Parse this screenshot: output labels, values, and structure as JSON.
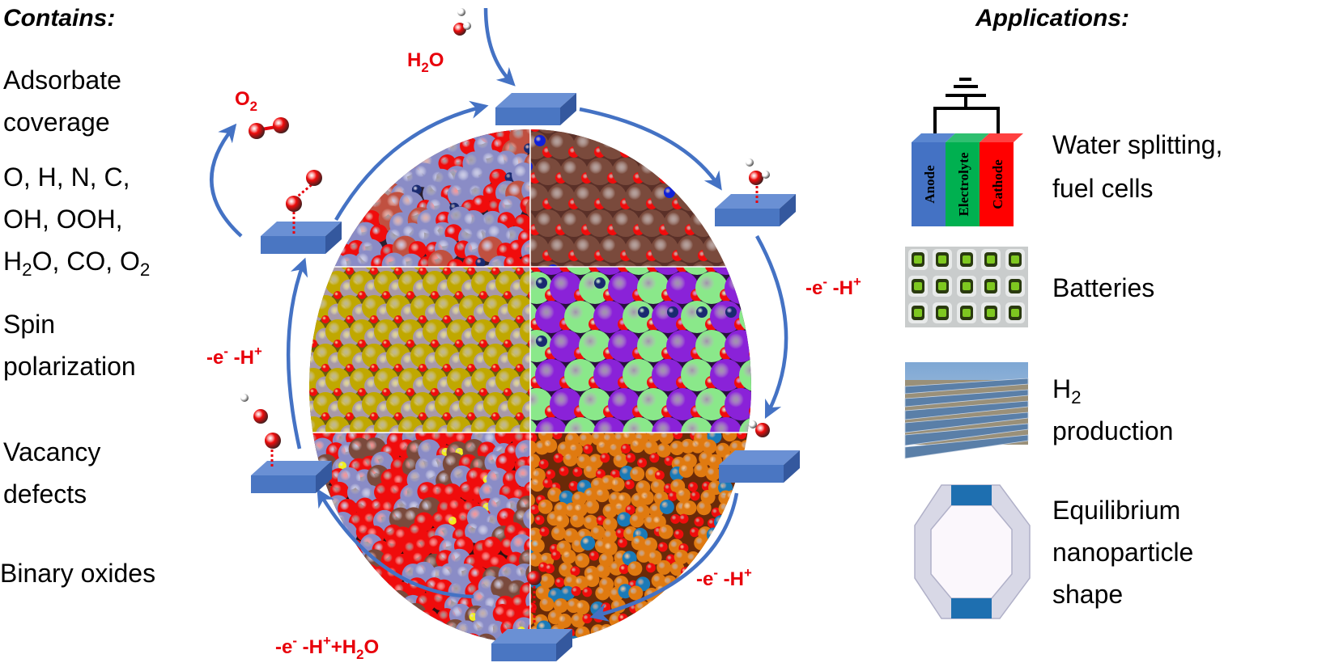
{
  "contains": {
    "heading": "Contains:",
    "lines": [
      [
        {
          "t": "Adsorbate"
        }
      ],
      [
        {
          "t": "coverage"
        }
      ],
      [
        {
          "t": "O, H, N, C,"
        }
      ],
      [
        {
          "t": "OH, OOH,"
        }
      ],
      [
        {
          "t": "H"
        },
        {
          "t": "2",
          "sub": true
        },
        {
          "t": "O, CO, O"
        },
        {
          "t": "2",
          "sub": true
        }
      ],
      [
        {
          "t": "Spin"
        }
      ],
      [
        {
          "t": "polarization"
        }
      ],
      [
        {
          "t": "Vacancy"
        }
      ],
      [
        {
          "t": "defects"
        }
      ],
      [
        {
          "t": "Binary oxides"
        }
      ]
    ]
  },
  "applications": {
    "heading": "Applications:",
    "lines": [
      [
        {
          "t": "Water splitting,"
        }
      ],
      [
        {
          "t": "fuel cells"
        }
      ],
      [
        {
          "t": "Batteries"
        }
      ],
      [
        {
          "t": "H"
        },
        {
          "t": "2",
          "sub": true
        }
      ],
      [
        {
          "t": "production"
        }
      ],
      [
        {
          "t": "Equilibrium"
        }
      ],
      [
        {
          "t": "nanoparticle"
        }
      ],
      [
        {
          "t": "shape"
        }
      ]
    ],
    "cell": {
      "anode": "Anode",
      "electrolyte": "Electrolyte",
      "cathode": "Cathode"
    }
  },
  "cycle": {
    "labels": [
      [
        {
          "t": "H"
        },
        {
          "t": "2",
          "sub": true
        },
        {
          "t": "O"
        }
      ],
      [
        {
          "t": "O"
        },
        {
          "t": "2",
          "sub": true
        }
      ],
      [
        {
          "t": "-e"
        },
        {
          "t": "-",
          "sup": true
        },
        {
          "t": " -H"
        },
        {
          "t": "+",
          "sup": true
        }
      ],
      [
        {
          "t": "-e"
        },
        {
          "t": "-",
          "sup": true
        },
        {
          "t": " -H"
        },
        {
          "t": "+",
          "sup": true
        }
      ],
      [
        {
          "t": "-e"
        },
        {
          "t": "-",
          "sup": true
        },
        {
          "t": " -H"
        },
        {
          "t": "+",
          "sup": true
        }
      ],
      [
        {
          "t": "-e"
        },
        {
          "t": "-",
          "sup": true
        },
        {
          "t": " -H"
        },
        {
          "t": "+",
          "sup": true
        },
        {
          "t": "+H"
        },
        {
          "t": "2",
          "sub": true
        },
        {
          "t": "O"
        }
      ]
    ]
  },
  "colors": {
    "accent": "#4472c4",
    "slab": "#5b87d0",
    "red": "#e8000b",
    "anode": "#4472c4",
    "electrolyte": "#00b050",
    "cathode": "#ff0000"
  }
}
